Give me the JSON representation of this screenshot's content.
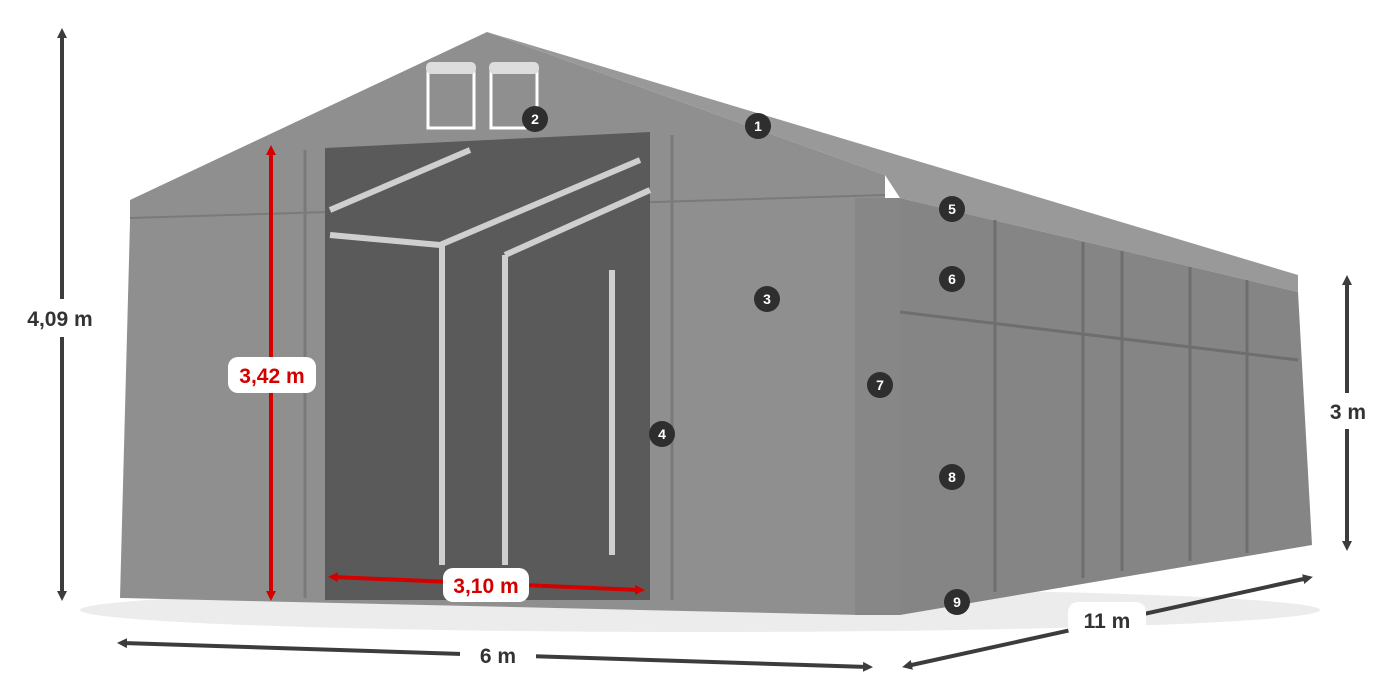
{
  "colors": {
    "tent": "#8c8c8c",
    "dark": "#3c3c3c",
    "accent_red": "#d40000",
    "interior": "#5a5a5a"
  },
  "dimensions": {
    "total_height": "4,09 m",
    "door_height": "3,42 m",
    "door_width": "3,10 m",
    "width": "6 m",
    "length": "11 m",
    "side_height": "3 m"
  },
  "markers": [
    "1",
    "2",
    "3",
    "4",
    "5",
    "6",
    "7",
    "8",
    "9"
  ]
}
